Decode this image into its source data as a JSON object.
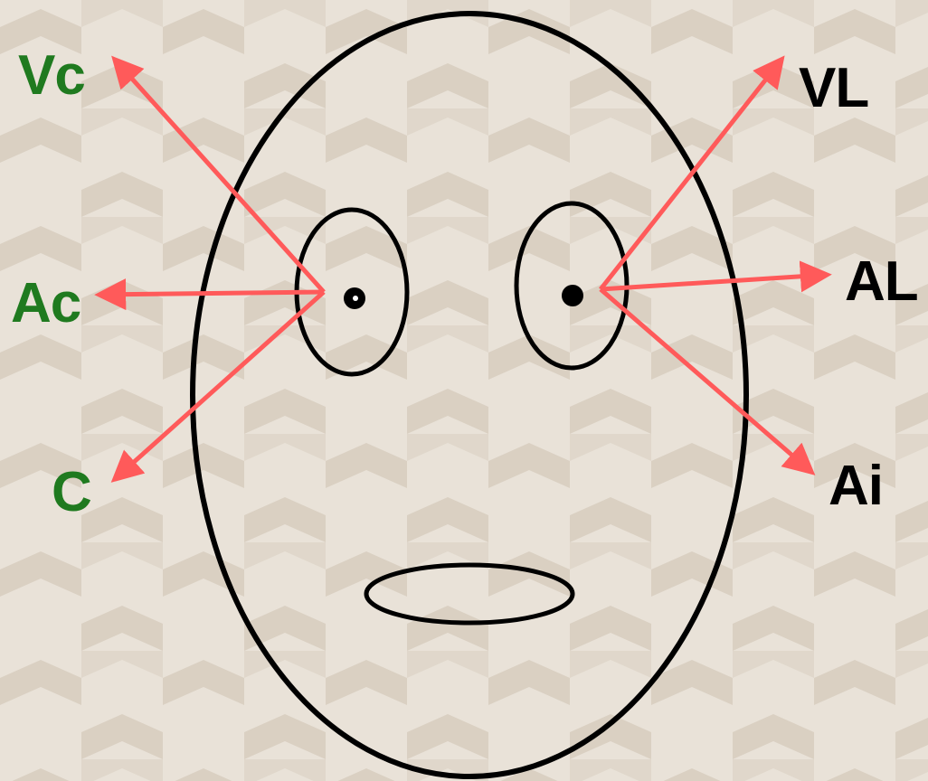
{
  "colors": {
    "background": "#e9e2d8",
    "pattern": "#d7cdbf",
    "outline": "#000000",
    "arrow": "#ff5a5a",
    "left_label": "#1f7a1f",
    "right_label": "#000000"
  },
  "labels": {
    "vc": "Vc",
    "ac": "Ac",
    "c": "C",
    "vl": "VL",
    "al": "AL",
    "ai": "Ai"
  }
}
